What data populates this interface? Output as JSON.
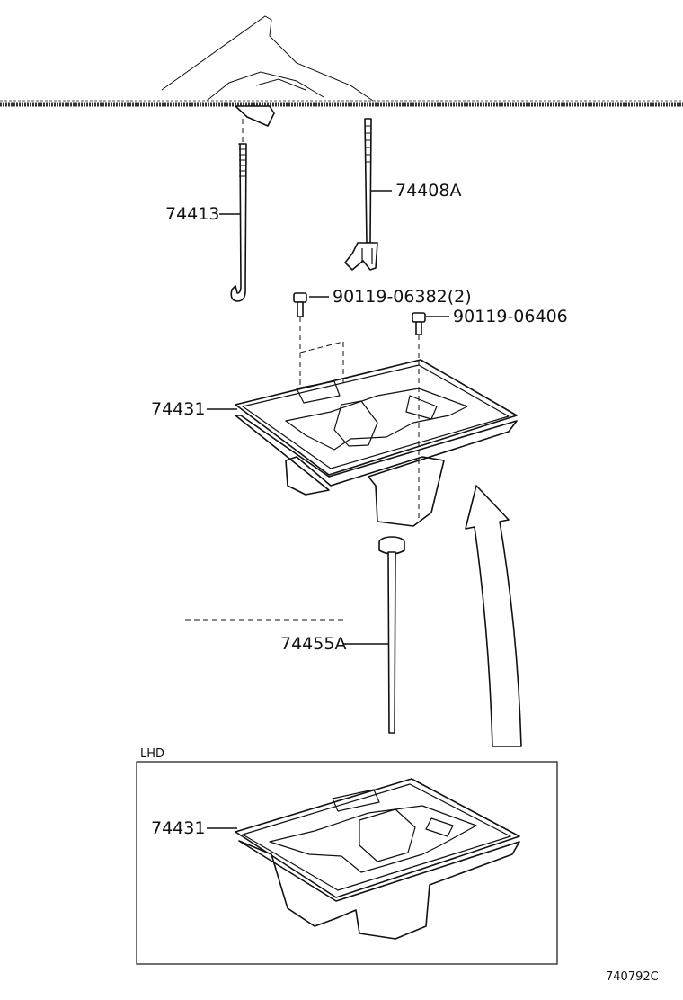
{
  "labels": {
    "rod_74413": "74413",
    "rod_74408a": "74408A",
    "bolt_1": "90119-06382(2)",
    "bolt_2": "90119-06406",
    "tray_upper": "74431",
    "bolt_74455a": "74455A",
    "lhd": "LHD",
    "tray_lower": "74431",
    "figure_id": "740792C"
  }
}
